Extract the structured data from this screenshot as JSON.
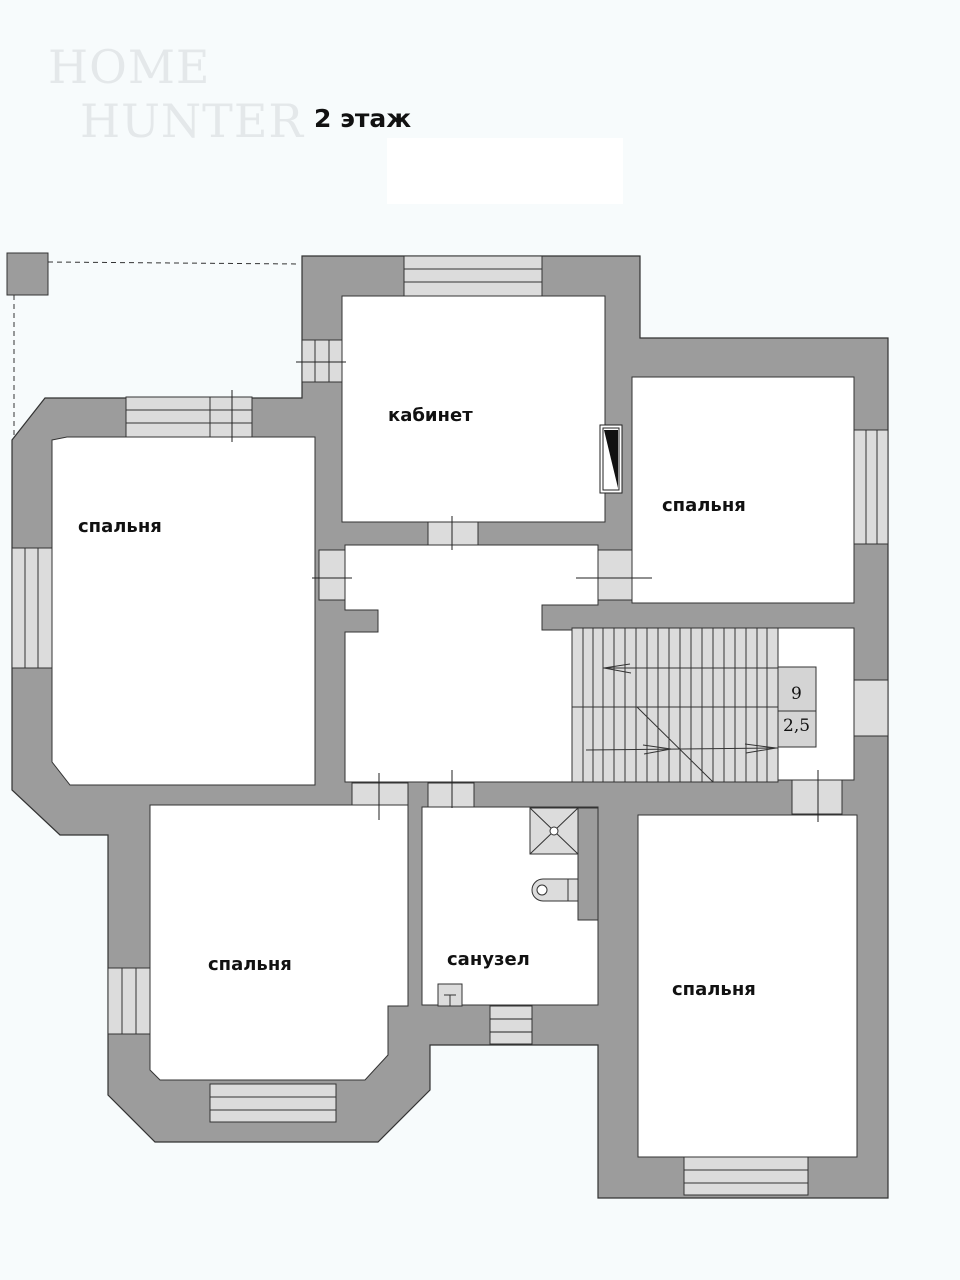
{
  "logo": {
    "line1": "HOME",
    "line2": "HUNTER"
  },
  "title": "2 этаж",
  "colors": {
    "wall": "#9c9c9c",
    "window": "#dcdcdc",
    "room": "#ffffff",
    "line": "#222222",
    "background": "#f7fbfc"
  },
  "rooms": [
    {
      "id": "office",
      "label": "кабинет"
    },
    {
      "id": "bedroom-nw",
      "label": "спальня"
    },
    {
      "id": "bedroom-ne",
      "label": "спальня"
    },
    {
      "id": "bedroom-sw",
      "label": "спальня"
    },
    {
      "id": "bathroom",
      "label": "санузел"
    },
    {
      "id": "bedroom-se",
      "label": "спальня"
    }
  ],
  "stair": {
    "steps": "9",
    "height": "2,5"
  }
}
